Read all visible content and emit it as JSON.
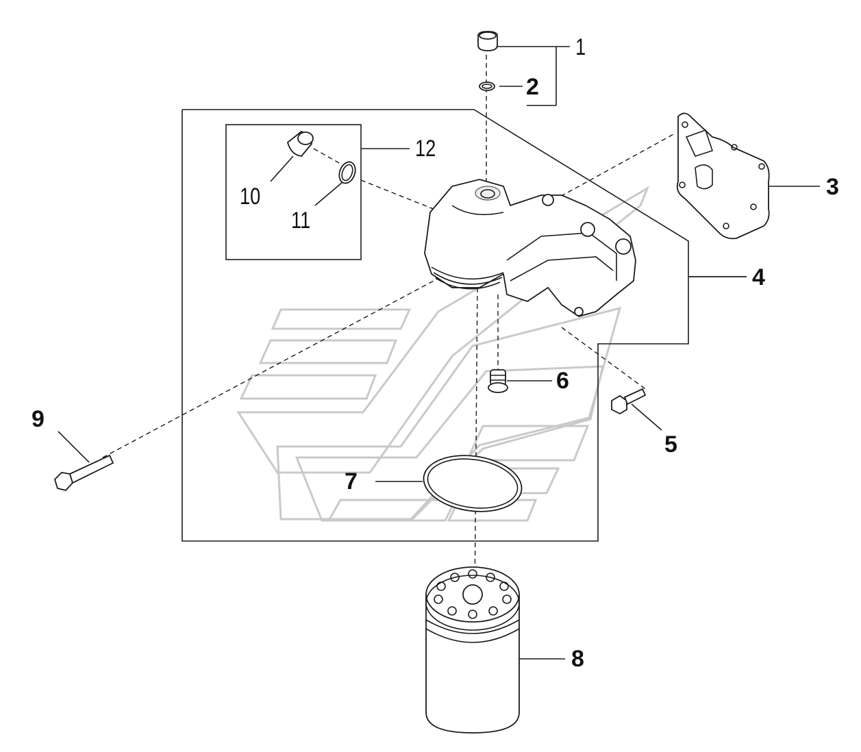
{
  "callouts": {
    "c1": "1",
    "c2": "2",
    "c3": "3",
    "c4": "4",
    "c5": "5",
    "c6": "6",
    "c7": "7",
    "c8": "8",
    "c9": "9",
    "c10": "10",
    "c11": "11",
    "c12": "12"
  },
  "colors": {
    "line": "#1a1a1a",
    "watermark": "#c9c9c9",
    "background": "#ffffff"
  }
}
